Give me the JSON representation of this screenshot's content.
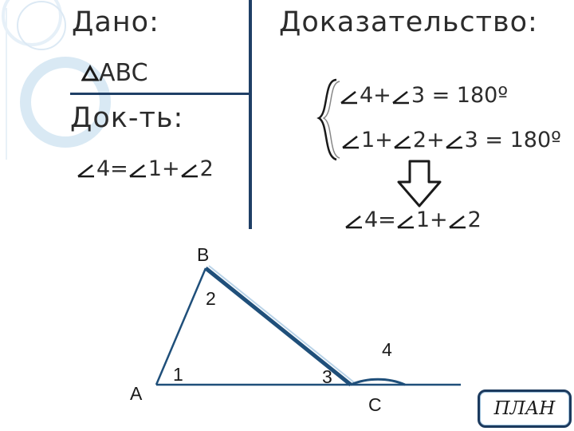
{
  "given": {
    "heading": "Дано:",
    "triangle": "ABC"
  },
  "to_prove": {
    "heading": "Док-ть:",
    "statement": [
      "4=",
      "1+",
      "2"
    ]
  },
  "proof": {
    "heading": "Доказательство:",
    "line1": [
      "4+",
      "3 = 180º"
    ],
    "line2": [
      "1+",
      "2+",
      "3 = 180º"
    ],
    "conclusion": [
      "4=",
      "1+",
      "2"
    ]
  },
  "figure": {
    "vertex_a": "A",
    "vertex_b": "B",
    "vertex_c": "C",
    "angle_1": "1",
    "angle_2": "2",
    "angle_3": "3",
    "angle_4": "4"
  },
  "plan_button": "ПЛАН",
  "colors": {
    "accent": "#1f3f66",
    "decor": "#bcd6ea",
    "line": "#1f4f7a"
  }
}
